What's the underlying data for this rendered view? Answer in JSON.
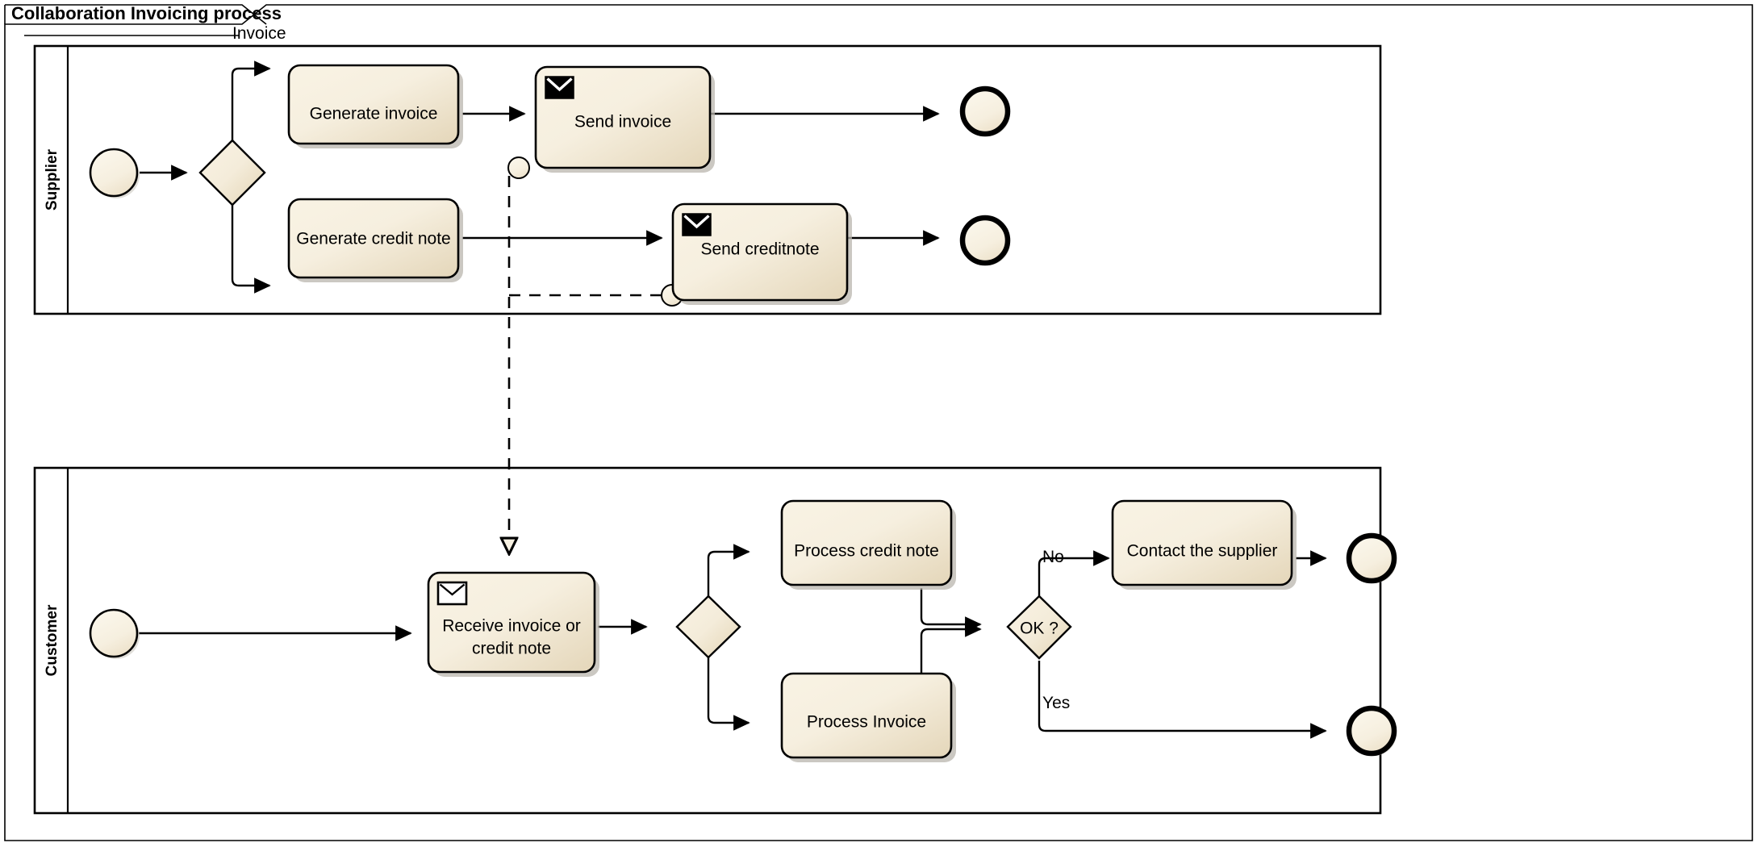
{
  "diagram": {
    "title": "Collaboration Invoicing process",
    "type": "bpmn-collaboration",
    "message_flow_label": "Invoice",
    "colors": {
      "task_fill_light": "#faf4e6",
      "task_fill_dark": "#e6d9bd",
      "event_fill": "#f7f1e2",
      "gateway_fill": "#f3ead4",
      "stroke": "#000000",
      "background": "#ffffff",
      "shadow": "#b9b6ad"
    }
  },
  "pools": [
    {
      "id": "supplier",
      "label": "Supplier",
      "elements": {
        "start_event": {
          "name": "supplier-start-event",
          "type": "start-event"
        },
        "gateway": {
          "name": "supplier-split-gateway",
          "type": "exclusive-gateway",
          "label": ""
        },
        "tasks": [
          {
            "id": "generate-invoice",
            "label": "Generate invoice",
            "type": "task",
            "icon": "none"
          },
          {
            "id": "send-invoice",
            "label": "Send invoice",
            "type": "send-task",
            "icon": "envelope-filled-icon"
          },
          {
            "id": "generate-credit-note",
            "label": "Generate credit note",
            "type": "task",
            "icon": "none"
          },
          {
            "id": "send-creditnote",
            "label": "Send creditnote",
            "type": "send-task",
            "icon": "envelope-filled-icon"
          }
        ],
        "end_events": [
          {
            "id": "supplier-end-invoice",
            "type": "end-event"
          },
          {
            "id": "supplier-end-creditnote",
            "type": "end-event"
          }
        ]
      }
    },
    {
      "id": "customer",
      "label": "Customer",
      "elements": {
        "start_event": {
          "name": "customer-start-event",
          "type": "start-event"
        },
        "tasks": [
          {
            "id": "receive-invoice-or-credit-note",
            "label": "Receive invoice or\ncredit note",
            "line1": "Receive invoice or",
            "line2": "credit note",
            "type": "receive-task",
            "icon": "envelope-outline-icon"
          },
          {
            "id": "process-credit-note",
            "label": "Process credit note",
            "type": "task",
            "icon": "none"
          },
          {
            "id": "process-invoice",
            "label": "Process Invoice",
            "type": "task",
            "icon": "none"
          },
          {
            "id": "contact-the-supplier",
            "label": "Contact the supplier",
            "type": "task",
            "icon": "none"
          }
        ],
        "gateways": [
          {
            "id": "customer-split-gateway",
            "label": "",
            "type": "exclusive-gateway"
          },
          {
            "id": "ok-gateway",
            "label": "OK ?",
            "type": "exclusive-gateway"
          }
        ],
        "end_events": [
          {
            "id": "customer-end-no",
            "type": "end-event"
          },
          {
            "id": "customer-end-yes",
            "type": "end-event"
          }
        ]
      }
    }
  ],
  "edge_labels": {
    "no": "No",
    "yes": "Yes"
  }
}
